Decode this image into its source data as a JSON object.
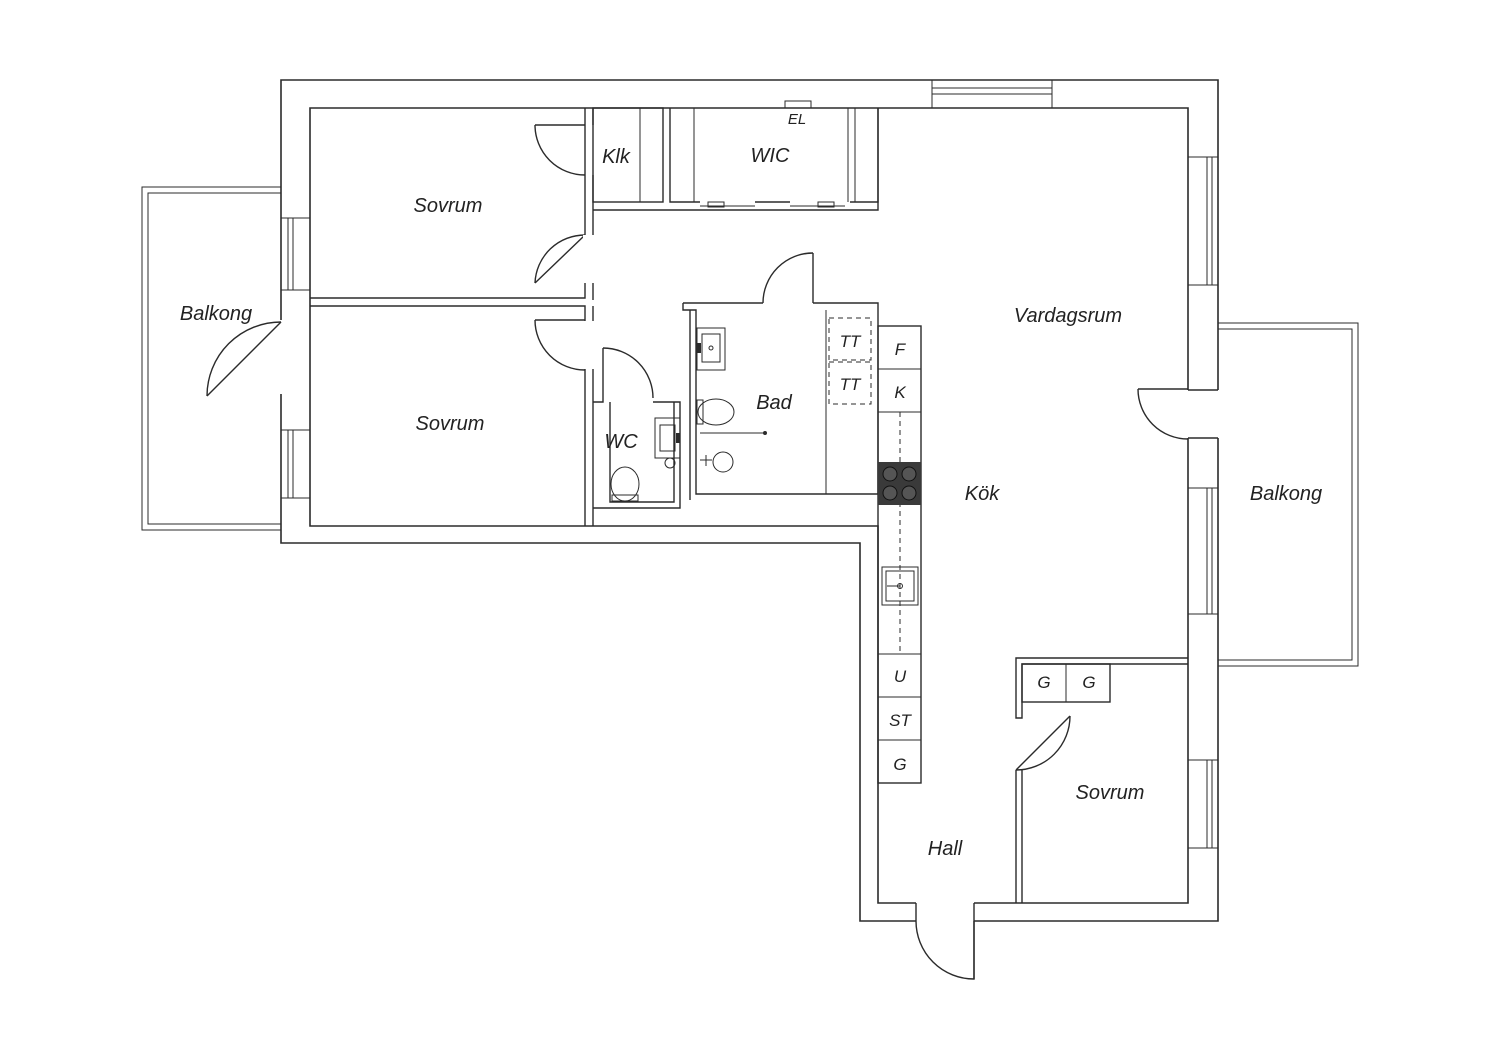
{
  "rooms": {
    "sovrum_top": "Sovrum",
    "sovrum_mid": "Sovrum",
    "sovrum_right": "Sovrum",
    "klk": "Klk",
    "wic": "WIC",
    "el": "EL",
    "balkong_left": "Balkong",
    "balkong_right": "Balkong",
    "vardagsrum": "Vardagsrum",
    "kok": "Kök",
    "bad": "Bad",
    "wc": "WC",
    "hall": "Hall"
  },
  "fixtures": {
    "tt1": "TT",
    "tt2": "TT",
    "f": "F",
    "k": "K",
    "u": "U",
    "st": "ST",
    "g_kitchen": "G",
    "g1": "G",
    "g2": "G"
  },
  "colors": {
    "line": "#2b2b2b",
    "stove": "#3a3a3a",
    "background": "#ffffff"
  }
}
